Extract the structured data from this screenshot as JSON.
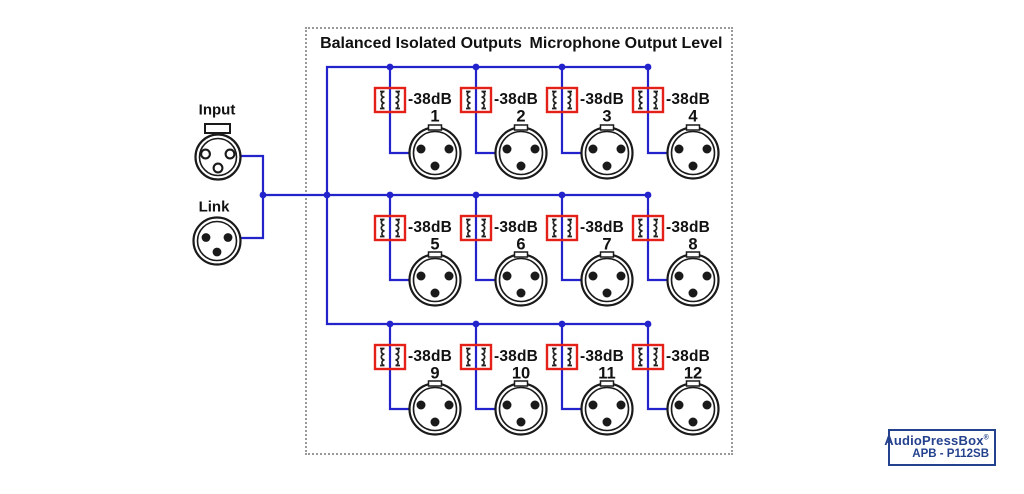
{
  "diagram": {
    "heading_left": "Balanced Isolated Outputs",
    "heading_right": "Microphone Output Level"
  },
  "connectors": {
    "input_label": "Input",
    "link_label": "Link"
  },
  "channels": [
    {
      "number": "1",
      "attenuation": "-38dB"
    },
    {
      "number": "2",
      "attenuation": "-38dB"
    },
    {
      "number": "3",
      "attenuation": "-38dB"
    },
    {
      "number": "4",
      "attenuation": "-38dB"
    },
    {
      "number": "5",
      "attenuation": "-38dB"
    },
    {
      "number": "6",
      "attenuation": "-38dB"
    },
    {
      "number": "7",
      "attenuation": "-38dB"
    },
    {
      "number": "8",
      "attenuation": "-38dB"
    },
    {
      "number": "9",
      "attenuation": "-38dB"
    },
    {
      "number": "10",
      "attenuation": "-38dB"
    },
    {
      "number": "11",
      "attenuation": "-38dB"
    },
    {
      "number": "12",
      "attenuation": "-38dB"
    }
  ],
  "brand": {
    "name": "AudioPressBox",
    "registered": "®",
    "model": "APB - P112SB"
  },
  "colors": {
    "wire_blue": "#2323CC",
    "transformer_red": "#E32119",
    "brand_blue": "#24418E",
    "dashed_border": "#999999",
    "line_black": "#1a1a1a"
  }
}
